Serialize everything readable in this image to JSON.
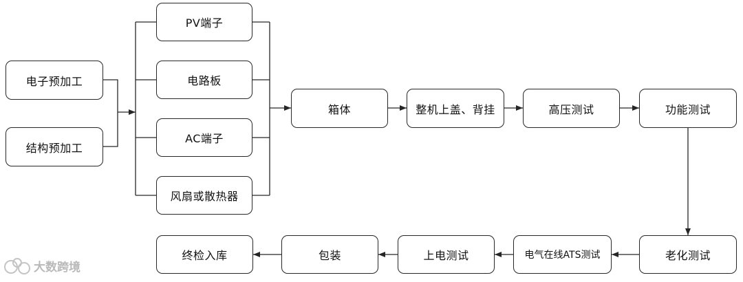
{
  "nodes": {
    "electronic_preprocess": "电子预加工",
    "structure_preprocess": "结构预加工",
    "pv_terminal": "PV端子",
    "circuit_board": "电路板",
    "ac_terminal": "AC端子",
    "fan_or_heatsink": "风扇或散热器",
    "enclosure": "箱体",
    "top_cover_back_hang": "整机上盖、背挂",
    "high_voltage_test": "高压测试",
    "function_test": "功能测试",
    "aging_test": "老化测试",
    "grid_ats_test": "电气在线ATS测试",
    "power_on_test": "上电测试",
    "packaging": "包装",
    "final_inspection_storage": "终检入库"
  },
  "watermark": {
    "text": "大数跨境",
    "icon": "brand-logo-icon"
  },
  "colors": {
    "line": "#262626",
    "border": "#262626",
    "watermark": "#b9b9b9"
  }
}
